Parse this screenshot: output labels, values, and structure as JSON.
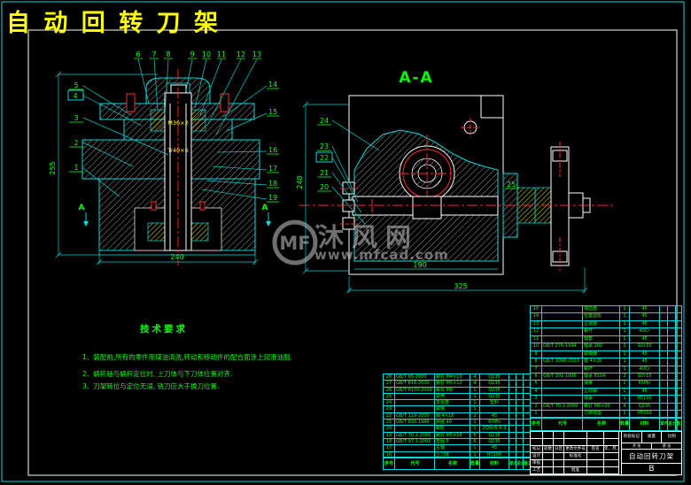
{
  "page_title": "自 动 回 转 刀 架",
  "watermark": {
    "logo_text": "MF",
    "site_name": "沐风网",
    "site_url": "www.mfcad.com"
  },
  "views": {
    "left": {
      "callouts_top": [
        "6",
        "7",
        "8",
        "9",
        "10",
        "11",
        "12",
        "13"
      ],
      "callouts_left": [
        "5",
        "4",
        "3",
        "2",
        "1"
      ],
      "callouts_right": [
        "14",
        "15",
        "16",
        "17",
        "18",
        "19"
      ],
      "section_label": "A",
      "dim_left": "255",
      "dim_bottom": "240",
      "thread_label_1": "M36×2",
      "thread_label_2": "Tr40×6"
    },
    "section": {
      "title": "A-A",
      "callouts_left": [
        "24",
        "23",
        "22",
        "21",
        "20"
      ],
      "callout_shaft": "25",
      "dim_left": "248",
      "dim_bottom_inner": "190",
      "dim_bottom_outer": "325"
    }
  },
  "tech_req": {
    "title": "技术要求",
    "items": [
      "1、装配前,所有的零件用煤油清洗,转动和移动件的配合面涂上润滑油脂.",
      "2、蜗轮轴与蜗杆定位时, 上刀体与下刀体位置对齐.",
      "3、刀架转位与定位无误, 铣刀应大于换刀位置."
    ]
  },
  "bom": {
    "headers": [
      "序号",
      "代号",
      "名称",
      "数量",
      "材料",
      "单件",
      "总计",
      "备注"
    ],
    "left_rows": [
      [
        "28",
        "GB/T 65-2000",
        "螺钉 M4×10",
        "4",
        "Q235",
        "",
        "",
        ""
      ],
      [
        "27",
        "GB/T 818-2000",
        "螺钉 M5×12",
        "4",
        "Q235",
        "",
        "",
        ""
      ],
      [
        "26",
        "GB/T 6170-2000",
        "螺母 M8",
        "1",
        "Q235",
        "",
        "",
        ""
      ],
      [
        "25",
        "",
        "罩壳",
        "1",
        "Q235",
        "",
        "",
        ""
      ],
      [
        "24",
        "",
        "发信盘",
        "1",
        "塑料",
        "",
        "",
        ""
      ],
      [
        "23",
        "",
        "磁钢",
        "1",
        "",
        "",
        "",
        ""
      ],
      [
        "22",
        "GB/T 119-2000",
        "销 4×18",
        "2",
        "45",
        "",
        "",
        ""
      ],
      [
        "21",
        "GB/T 893-1986",
        "挡圈 40",
        "1",
        "65Mn",
        "",
        "",
        ""
      ],
      [
        "20",
        "",
        "蜗轮",
        "1",
        "ZQSn6-6-3",
        "",
        "",
        ""
      ],
      [
        "19",
        "GB/T 70.1-2000",
        "螺钉 M5×16",
        "6",
        "Q235",
        "",
        "",
        ""
      ],
      [
        "18",
        "GB/T 97.1-2002",
        "垫圈 5",
        "6",
        "Q235",
        "",
        "",
        ""
      ],
      [
        "17",
        "",
        "主轴",
        "1",
        "45",
        "",
        "",
        ""
      ],
      [
        "16",
        "",
        "上刀体",
        "1",
        "HT200",
        "",
        "",
        ""
      ]
    ],
    "right_rows": [
      [
        "15",
        "",
        "端齿盘",
        "1",
        "45",
        "",
        "",
        ""
      ],
      [
        "14",
        "",
        "空套齿轮",
        "1",
        "45",
        "",
        "",
        ""
      ],
      [
        "13",
        "",
        "止退圈",
        "1",
        "45",
        "",
        "",
        ""
      ],
      [
        "12",
        "",
        "螺杆",
        "1",
        "40Cr",
        "",
        "",
        ""
      ],
      [
        "11",
        "",
        "轴套",
        "1",
        "45",
        "",
        "",
        ""
      ],
      [
        "10",
        "GB/T 276-1994",
        "轴承 202",
        "2",
        "GCr15",
        "",
        "",
        ""
      ],
      [
        "9",
        "",
        "联轴器",
        "1",
        "45",
        "",
        "",
        ""
      ],
      [
        "8",
        "GB/T 1096-2003",
        "键 4×20",
        "1",
        "45",
        "",
        "",
        ""
      ],
      [
        "7",
        "",
        "蜗杆",
        "1",
        "40Cr",
        "",
        "",
        ""
      ],
      [
        "6",
        "GB/T 301-1995",
        "轴承 8104",
        "2",
        "GCr15",
        "",
        "",
        ""
      ],
      [
        "5",
        "",
        "弹簧",
        "1",
        "65Mn",
        "",
        "",
        ""
      ],
      [
        "4",
        "",
        "止动销",
        "1",
        "45",
        "",
        "",
        ""
      ],
      [
        "3",
        "",
        "端盖",
        "1",
        "HT150",
        "",
        "",
        ""
      ],
      [
        "2",
        "GB/T 70.1-2000",
        "螺钉 M6×20",
        "4",
        "Q235",
        "",
        "",
        ""
      ],
      [
        "1",
        "",
        "刀架底座",
        "1",
        "HT200",
        "",
        "",
        ""
      ]
    ]
  },
  "title_block": {
    "grid_rows": [
      [
        "",
        "",
        "",
        "",
        "",
        ""
      ],
      [
        "",
        "",
        "",
        "",
        "",
        ""
      ],
      [
        "标记",
        "处数",
        "分区",
        "更改文件号",
        "签名",
        "年、月、日"
      ],
      [
        "设计",
        "",
        "",
        "标准化",
        "",
        ""
      ],
      [
        "审核",
        "",
        "",
        "",
        "",
        ""
      ],
      [
        "工艺",
        "",
        "",
        "批准",
        "",
        ""
      ]
    ],
    "stage_label": "阶段标记",
    "weight_label": "质量",
    "scale_label": "比例",
    "sheets_label": "共 张",
    "sheet_no_label": "第 张",
    "drawing_title": "自动回转刀架",
    "sheet_code": "B"
  },
  "colors": {
    "line_cyan": "#00dcdc",
    "text_green": "#00ff00",
    "title_yellow": "#ffff00",
    "centerline_red": "#ff2a2a",
    "white": "#ffffff",
    "watermark_gray": "#b4b4b4"
  }
}
